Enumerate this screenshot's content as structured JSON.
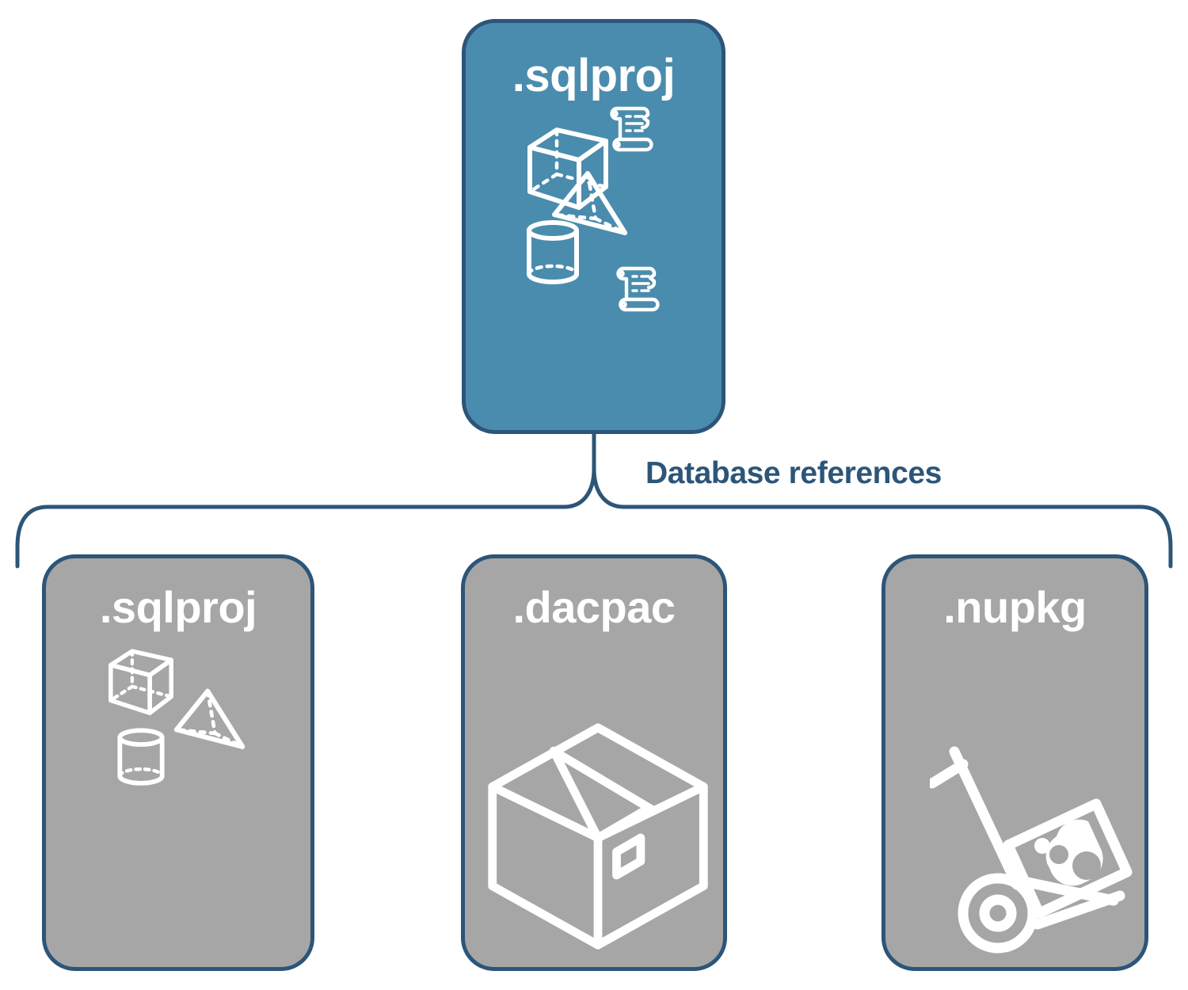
{
  "diagram": {
    "title_label": "Database references",
    "colors": {
      "accent_blue_fill": "#4A8CAD",
      "border_navy": "#2C5578",
      "gray_fill": "#A6A6A6",
      "icon_white": "#FFFFFF",
      "label_navy": "#2C5578",
      "background": "#FFFFFF"
    },
    "source": {
      "label": ".sqlproj",
      "fill": "#4A8CAD",
      "icons": [
        "wireframe-cube-icon",
        "scroll-script-icon",
        "wireframe-pyramid-icon",
        "wireframe-cylinder-icon",
        "scroll-script-icon"
      ]
    },
    "references": [
      {
        "label": ".sqlproj",
        "fill": "#A6A6A6",
        "icons": [
          "wireframe-cube-icon",
          "wireframe-pyramid-icon",
          "wireframe-cylinder-icon"
        ]
      },
      {
        "label": ".dacpac",
        "fill": "#A6A6A6",
        "icons": [
          "shipping-box-icon"
        ]
      },
      {
        "label": ".nupkg",
        "fill": "#A6A6A6",
        "icons": [
          "nuget-hand-truck-icon"
        ]
      }
    ],
    "connector": {
      "type": "curly-brace",
      "orientation": "down",
      "label": "Database references"
    }
  }
}
